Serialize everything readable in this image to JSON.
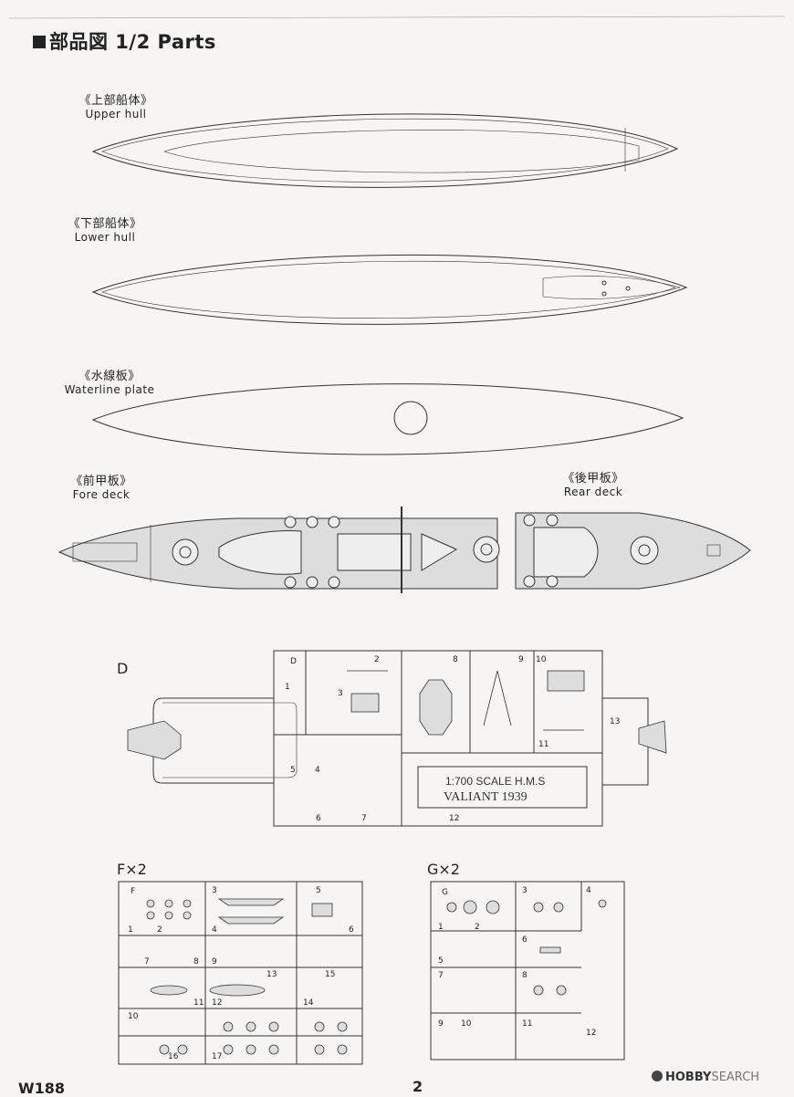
{
  "heading": "部品図 1/2  Parts",
  "parts": {
    "upper_hull": {
      "jp": "《上部船体》",
      "en": "Upper hull"
    },
    "lower_hull": {
      "jp": "《下部船体》",
      "en": "Lower hull"
    },
    "waterline": {
      "jp": "《水線板》",
      "en": "Waterline plate"
    },
    "fore_deck": {
      "jp": "《前甲板》",
      "en": "Fore deck"
    },
    "rear_deck": {
      "jp": "《後甲板》",
      "en": "Rear deck"
    }
  },
  "sprues": {
    "d": {
      "title": "D",
      "plate_line1": "1:700  SCALE  H.M.S",
      "plate_line2": "VALIANT  1939",
      "nums": [
        "D",
        "1",
        "2",
        "3",
        "4",
        "5",
        "6",
        "7",
        "8",
        "9",
        "10",
        "11",
        "12",
        "13"
      ]
    },
    "f": {
      "title": "F×2",
      "nums": [
        "F",
        "1",
        "2",
        "3",
        "4",
        "5",
        "6",
        "7",
        "8",
        "9",
        "10",
        "11",
        "12",
        "13",
        "14",
        "15",
        "16",
        "17"
      ]
    },
    "g": {
      "title": "G×2",
      "nums": [
        "G",
        "1",
        "2",
        "3",
        "4",
        "5",
        "6",
        "7",
        "8",
        "9",
        "10",
        "11",
        "12"
      ]
    }
  },
  "footer": {
    "code": "W188",
    "page": "2",
    "brand": "HOBBY",
    "brand2": "SEARCH"
  }
}
